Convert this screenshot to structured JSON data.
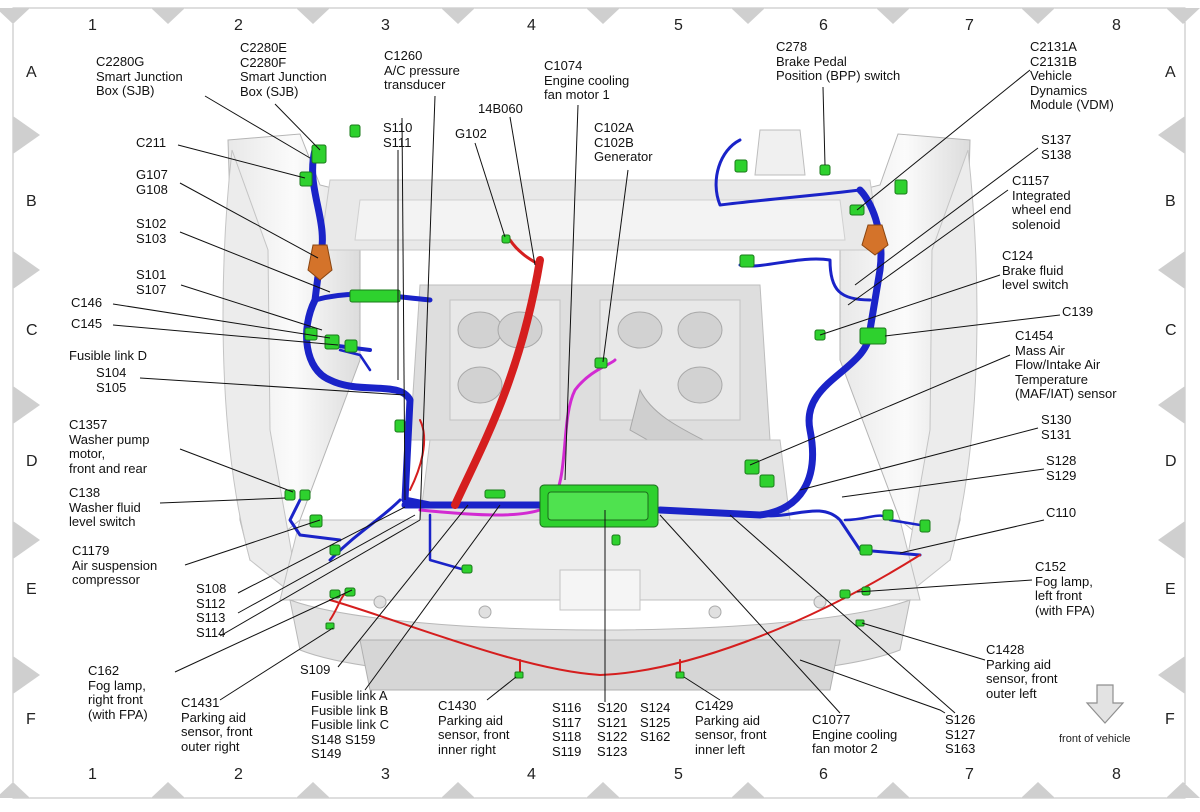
{
  "grid": {
    "columns": [
      "1",
      "2",
      "3",
      "4",
      "5",
      "6",
      "7",
      "8"
    ],
    "rows": [
      "A",
      "B",
      "C",
      "D",
      "E",
      "F"
    ]
  },
  "footnote": "front of vehicle",
  "callouts": {
    "c2280g": "C2280G\nSmart Junction\nBox (SJB)",
    "c2280e": "C2280E\nC2280F\nSmart Junction\nBox (SJB)",
    "c1260": "C1260\nA/C pressure\ntransducer",
    "c1074": "C1074\nEngine cooling\nfan motor 1",
    "b14b060": "14B060",
    "g102": "G102",
    "c102a": "C102A\nC102B\nGenerator",
    "c278": "C278\nBrake Pedal\nPosition (BPP) switch",
    "c2131a": "C2131A\nC2131B\nVehicle\nDynamics\nModule (VDM)",
    "c211": "C211",
    "s110": "S110\nS111",
    "g107": "G107\nG108",
    "s102": "S102\nS103",
    "s137": "S137\nS138",
    "c1157": "C1157\nIntegrated\nwheel end\nsolenoid",
    "s101": "S101\nS107",
    "c124": "C124\nBrake fluid\nlevel switch",
    "c146": "C146",
    "c145": "C145",
    "c139": "C139",
    "fusible_d": "Fusible link D",
    "c1454": "C1454\nMass Air\nFlow/Intake Air\nTemperature\n(MAF/IAT) sensor",
    "s104": "S104\nS105",
    "c1357": "C1357\nWasher pump\nmotor,\nfront and rear",
    "s130": "S130\nS131",
    "s128": "S128\nS129",
    "c138": "C138\nWasher fluid\nlevel switch",
    "c110": "C110",
    "c1179": "C1179\nAir suspension\ncompressor",
    "c152": "C152\nFog lamp,\nleft front\n(with FPA)",
    "s108": "S108\nS112\nS113\nS114",
    "c1428": "C1428\nParking aid\nsensor, front\nouter left",
    "c162": "C162\nFog lamp,\nright front\n(with FPA)",
    "s109": "S109",
    "fusible_abc": "Fusible link A\nFusible link B\nFusible link C\nS148 S159\nS149",
    "c1430": "C1430\nParking aid\nsensor, front\ninner right",
    "s116": "S116\nS117\nS118\nS119",
    "s120": "S120\nS121\nS122\nS123",
    "s124": "S124\nS125\nS162",
    "c1429": "C1429\nParking aid\nsensor, front\ninner left",
    "c1077": "C1077\nEngine cooling\nfan motor 2",
    "s126": "S126\nS127\nS163",
    "c1431": "C1431\nParking aid\nsensor, front\nouter right"
  },
  "colors": {
    "harness_blue": "#1a23c8",
    "power_red": "#d51e1e",
    "signal_magenta": "#d22ad2",
    "connector_green": "#2ed12e",
    "splice_orange": "#d4732a",
    "body_gray": "#d9d9d9",
    "triangle_gray": "#cfcfcf"
  }
}
